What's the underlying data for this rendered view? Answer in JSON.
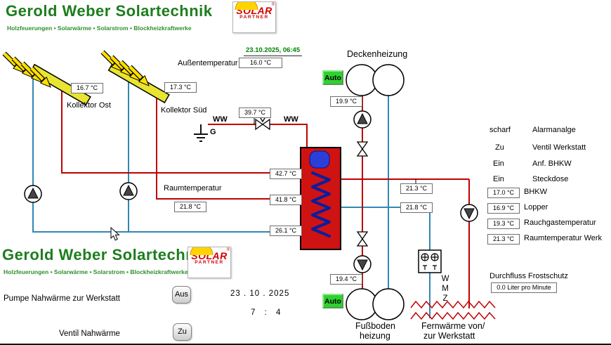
{
  "colors": {
    "brand_green": "#1d7d1d",
    "pipe_hot": "#c00000",
    "pipe_cold": "#3187b5",
    "auto_button": "#2ed22e",
    "collector_yellow": "#e9e431",
    "tank_red": "#cf1212"
  },
  "auto_label": "Auto",
  "brand": {
    "title": "Gerold Weber Solartechnik",
    "subtitle": "Holzfeuerungen • Solarwärme • Solarstrom • Blockheizkraftwerke",
    "badge_solar": "SOLAR",
    "badge_partner": "PARTNER",
    "badge_reg": "®"
  },
  "header": {
    "datetime": "23.10.2025,  06:45",
    "outdoor_label": "Außentemperatur",
    "outdoor_value": "16.0 °C"
  },
  "collectors": {
    "ost": {
      "label": "Kollektor Ost",
      "value": "16.7 °C"
    },
    "sued": {
      "label": "Kollektor Süd",
      "value": "17.3 °C"
    }
  },
  "ceiling": {
    "label": "Deckenheizung",
    "flow_temp": "19.9 °C"
  },
  "ww": {
    "left": "WW",
    "right": "WW",
    "g": "G",
    "temp": "39.7 °C"
  },
  "tank": {
    "top": "42.7 °C",
    "mid": "41.8 °C",
    "bottom": "26.1 °C"
  },
  "room": {
    "label": "Raumtemperatur",
    "value": "21.8 °C"
  },
  "right_loop": {
    "t1": "21.3 °C",
    "t2": "21.8 °C"
  },
  "status": {
    "rows": [
      {
        "state": "scharf",
        "label": "Alarmanalge"
      },
      {
        "state": "Zu",
        "label": "Ventil Werkstatt"
      },
      {
        "state": "Ein",
        "label": "Anf. BHKW"
      },
      {
        "state": "Ein",
        "label": "Steckdose"
      }
    ],
    "temps": [
      {
        "value": "17.0 °C",
        "label": "BHKW"
      },
      {
        "value": "16.9 °C",
        "label": "Lopper"
      },
      {
        "value": "19.3 °C",
        "label": "Rauchgastemperatur"
      },
      {
        "value": "21.3 °C",
        "label": "Raumtemperatur Werk"
      }
    ]
  },
  "flow": {
    "label": "Durchfluss Frostschutz",
    "value": "0.0 Liter pro Minute"
  },
  "floor": {
    "line1": "Fußboden",
    "line2": "heizung",
    "flow_temp": "19.4 °C"
  },
  "remote": {
    "line1": "Fernwärme von/",
    "line2": "zur Werkstatt",
    "wmz": [
      "W",
      "M",
      "Z"
    ]
  },
  "controls": {
    "pump_label": "Pumpe Nahwärme zur Werkstatt",
    "pump_state": "Aus",
    "valve_label": "Ventil Nahwärme",
    "valve_state": "Zu",
    "date": "23 . 10 . 2025",
    "time": "7 : 4"
  }
}
